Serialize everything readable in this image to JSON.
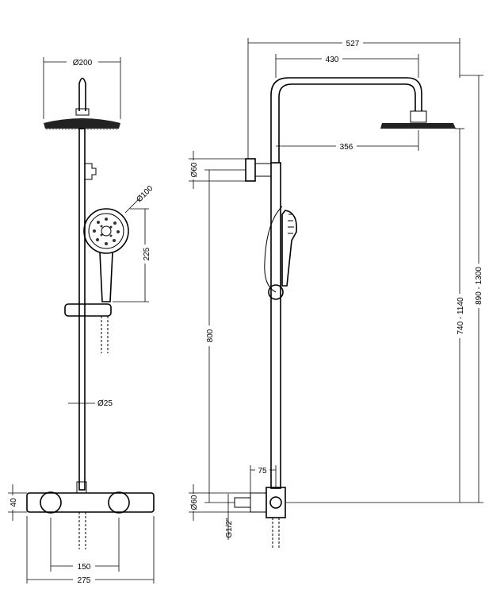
{
  "dimensions": {
    "head_diameter": "Ø200",
    "handset_diameter": "Ø100",
    "handset_length": "225",
    "rail_diameter": "Ø25",
    "valve_height": "40",
    "inlet_centres": "150",
    "valve_width": "275",
    "overall_reach": "527",
    "arm_reach": "430",
    "arm_offset": "356",
    "bracket_diameter_top": "Ø60",
    "bracket_diameter_bottom": "Ø60",
    "rail_height": "800",
    "wall_offset": "75",
    "inlet_thread": "G1/2\"",
    "height_adjust_short": "740 - 1140",
    "height_adjust_overall": "890 - 1300"
  },
  "colors": {
    "line": "#000000",
    "head_fill": "#222222",
    "background": "#ffffff"
  }
}
